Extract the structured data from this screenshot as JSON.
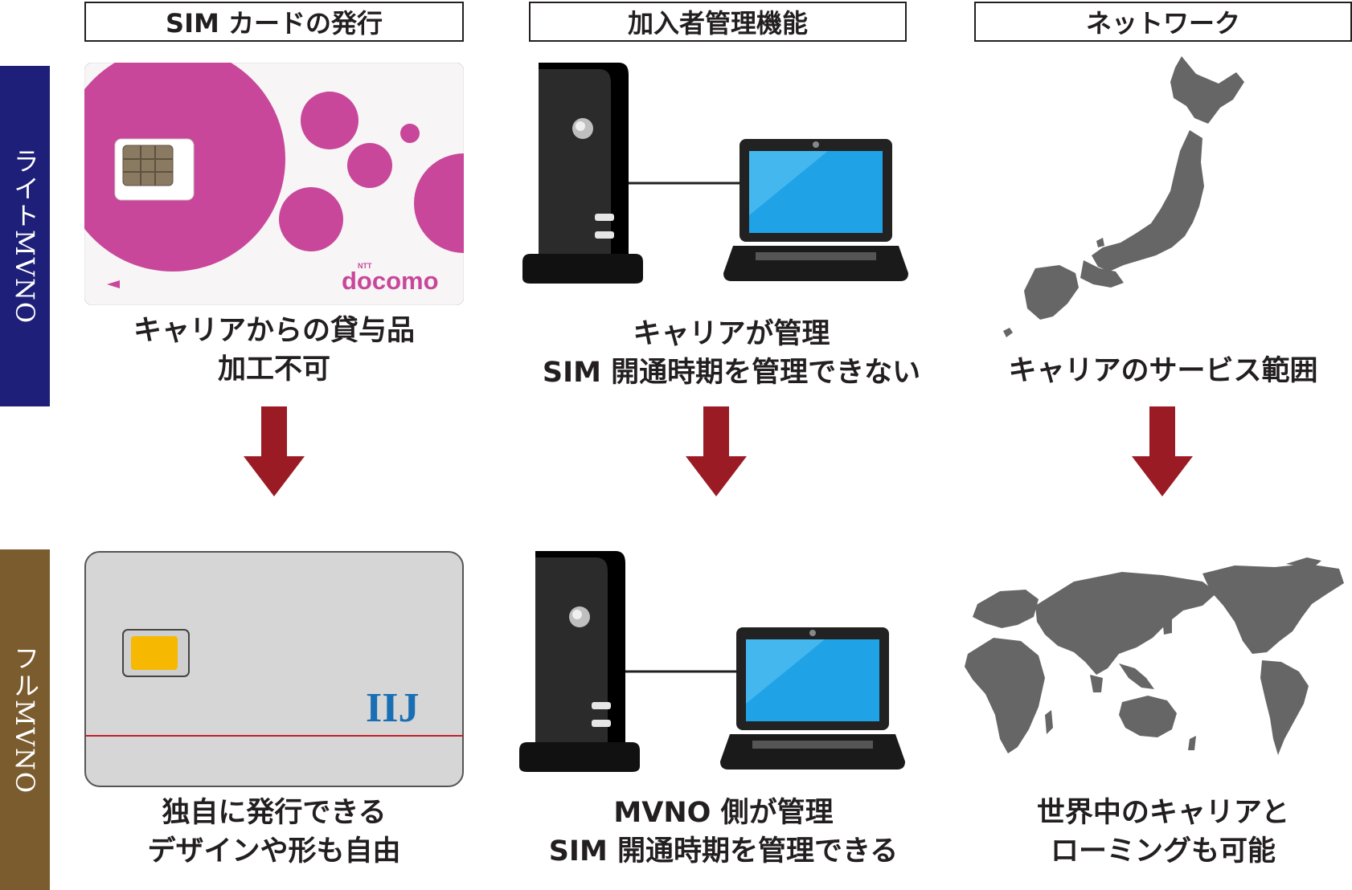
{
  "headers": {
    "sim": "SIM カードの発行",
    "subscriber": "加入者管理機能",
    "network": "ネットワーク"
  },
  "rows": {
    "light": {
      "label": "ライトMVNO",
      "color": "#1e1f79"
    },
    "full": {
      "label": "フルMVNO",
      "color": "#7b5c2e"
    }
  },
  "light": {
    "sim_card": {
      "brand": "docomo",
      "brand_prefix": "NTT",
      "color": "#c8479a"
    },
    "sim_caption": [
      "キャリアからの貸与品",
      "加工不可"
    ],
    "subscriber_caption": [
      "キャリアが管理",
      "SIM 開通時期を管理できない"
    ],
    "network_caption": [
      "キャリアのサービス範囲"
    ]
  },
  "full": {
    "sim_card": {
      "brand": "IIJ",
      "color": "#1a6fb4"
    },
    "sim_caption": [
      "独自に発行できる",
      "デザインや形も自由"
    ],
    "subscriber_caption": [
      "MVNO 側が管理",
      "SIM 開通時期を管理できる"
    ],
    "network_caption": [
      "世界中のキャリアと",
      "ローミングも可能"
    ]
  },
  "colors": {
    "arrow": "#9b1b24",
    "map": "#666666",
    "screen": "#1fa3e6"
  }
}
